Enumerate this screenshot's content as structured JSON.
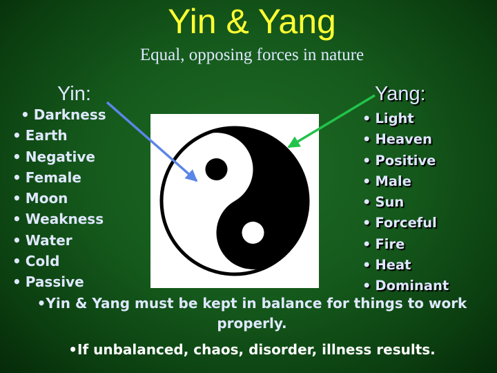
{
  "title": "Yin & Yang",
  "subtitle": "Equal, opposing forces in nature",
  "yin": {
    "heading": "Yin:",
    "items": [
      "Darkness",
      "Earth",
      "Negative",
      "Female",
      "Moon",
      "Weakness",
      "Water",
      "Cold",
      "Passive"
    ]
  },
  "yang": {
    "heading": "Yang:",
    "items": [
      "Light",
      "Heaven",
      "Positive",
      "Male",
      "Sun",
      "Forceful",
      "Fire",
      "Heat",
      "Dominant"
    ]
  },
  "bullet": "•",
  "notes": {
    "balance": "•Yin & Yang must be kept in balance for things to work properly.",
    "unbalanced": "•If unbalanced, chaos, disorder, illness results."
  },
  "colors": {
    "title": "#ffff33",
    "text": "#dfe8ff",
    "background": "#155a1c",
    "yin_arrow": "#5b86e8",
    "yang_arrow": "#22c34a"
  },
  "icons": {
    "symbol": "yin-yang-symbol"
  }
}
